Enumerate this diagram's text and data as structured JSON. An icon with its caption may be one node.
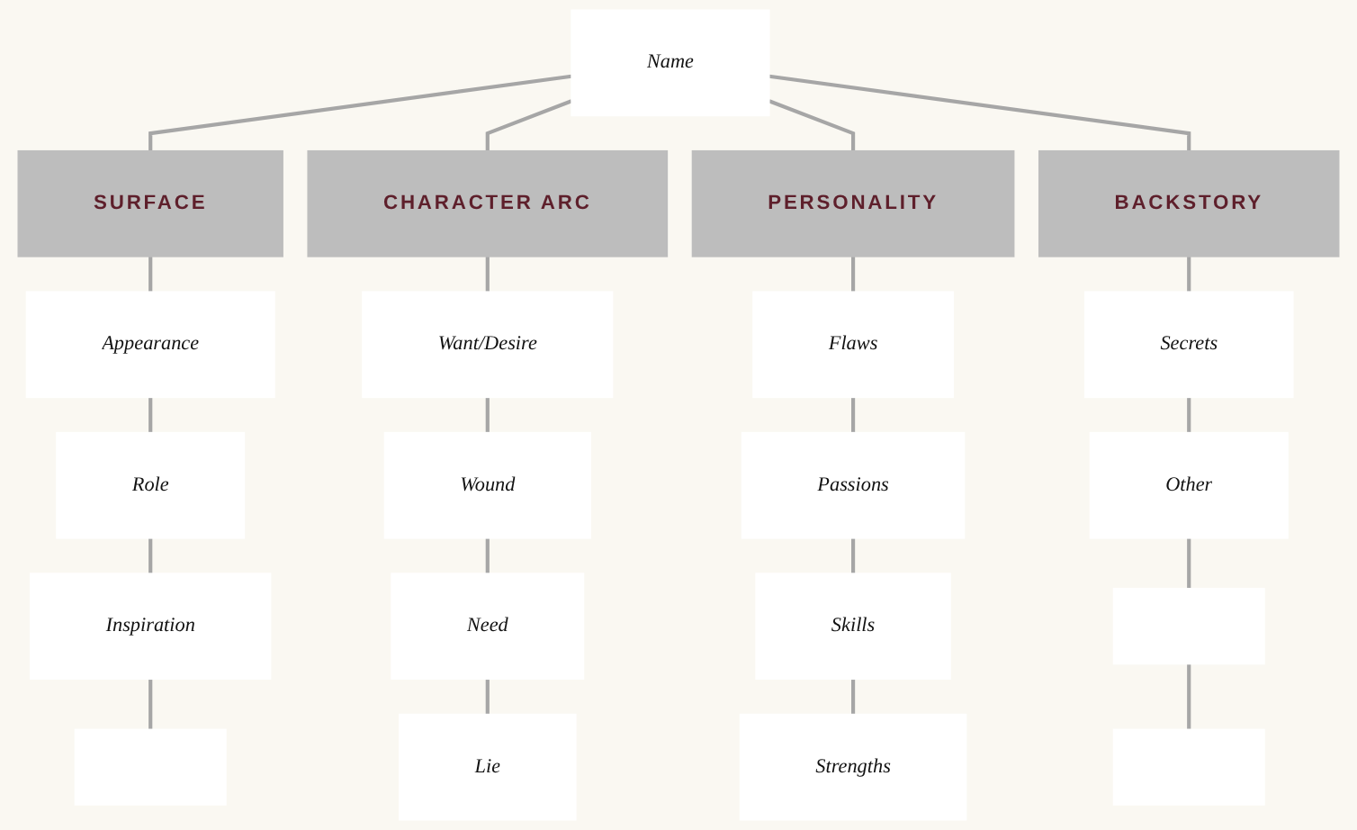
{
  "diagram": {
    "nodes": [
      {
        "text": [
          "Name"
        ]
      },
      {
        "text": [
          "SURFACE"
        ]
      },
      {
        "text": [
          "CHARACTER ARC"
        ]
      },
      {
        "text": [
          "PERSONALITY"
        ]
      },
      {
        "text": [
          "BACKSTORY"
        ]
      },
      {
        "text": [
          "Appearance"
        ]
      },
      {
        "text": [
          "Want/Desire"
        ]
      },
      {
        "text": [
          "Flaws"
        ]
      },
      {
        "text": [
          "Secrets"
        ]
      },
      {
        "text": [
          "Role"
        ]
      },
      {
        "text": [
          "Wound"
        ]
      },
      {
        "text": [
          "Passions"
        ]
      },
      {
        "text": [
          "Other"
        ]
      },
      {
        "text": [
          "Inspiration"
        ]
      },
      {
        "text": [
          "Need"
        ]
      },
      {
        "text": [
          "Skills"
        ]
      },
      {
        "text": [],
        "shape": "box"
      },
      {
        "text": [],
        "shape": "box"
      },
      {
        "text": [
          "Lie"
        ]
      },
      {
        "text": [
          "Strengths"
        ]
      },
      {
        "text": [],
        "shape": "box"
      }
    ],
    "edges": [
      {
        "from": 0,
        "to": 1,
        "arrow": "none"
      },
      {
        "from": 0,
        "to": 2,
        "arrow": "none"
      },
      {
        "from": 0,
        "to": 3,
        "arrow": "none"
      },
      {
        "from": 0,
        "to": 4,
        "arrow": "none"
      },
      {
        "from": 1,
        "to": 5,
        "arrow": "none"
      },
      {
        "from": 5,
        "to": 9,
        "arrow": "none"
      },
      {
        "from": 9,
        "to": 13,
        "arrow": "none"
      },
      {
        "from": 13,
        "to": 17,
        "arrow": "none"
      },
      {
        "from": 2,
        "to": 6,
        "arrow": "none"
      },
      {
        "from": 6,
        "to": 10,
        "arrow": "none"
      },
      {
        "from": 10,
        "to": 14,
        "arrow": "none"
      },
      {
        "from": 14,
        "to": 18,
        "arrow": "none"
      },
      {
        "from": 3,
        "to": 7,
        "arrow": "none"
      },
      {
        "from": 7,
        "to": 11,
        "arrow": "none"
      },
      {
        "from": 11,
        "to": 15,
        "arrow": "none"
      },
      {
        "from": 15,
        "to": 19,
        "arrow": "none"
      },
      {
        "from": 4,
        "to": 8,
        "arrow": "none"
      },
      {
        "from": 8,
        "to": 12,
        "arrow": "none"
      },
      {
        "from": 12,
        "to": 16,
        "arrow": "none"
      },
      {
        "from": 16,
        "to": 20,
        "arrow": "none"
      }
    ]
  }
}
